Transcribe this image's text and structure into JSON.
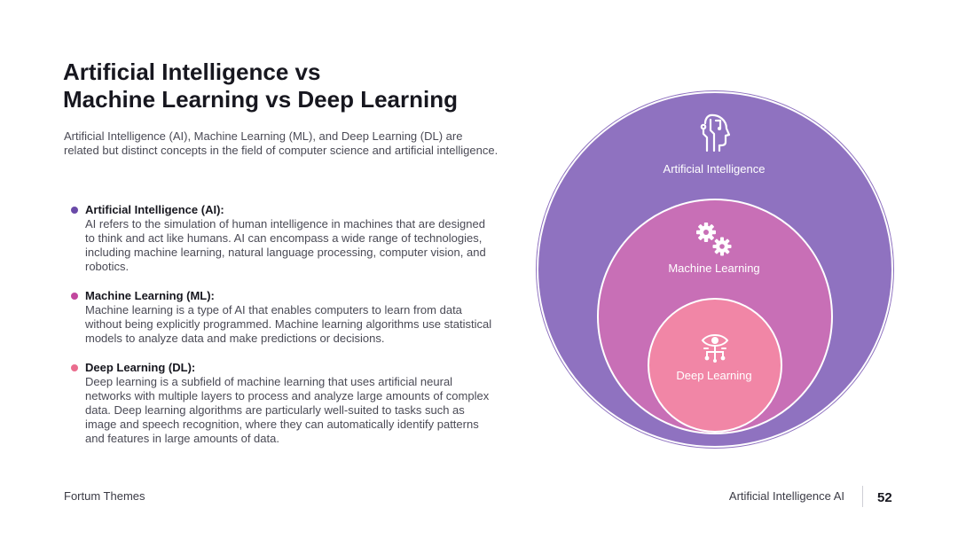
{
  "title": {
    "line1": "Artificial Intelligence vs",
    "line2": "Machine Learning vs Deep Learning"
  },
  "intro": "Artificial Intelligence (AI), Machine Learning (ML), and Deep Learning (DL) are related but distinct concepts in the field of computer science and artificial intelligence.",
  "items": [
    {
      "heading": "Artificial Intelligence (AI):",
      "body": "AI refers to the simulation of human intelligence in machines that are designed to think and act like humans. AI can encompass a wide range of technologies, including machine learning, natural language processing, computer vision, and robotics.",
      "color": "#6a4aa8"
    },
    {
      "heading": "Machine Learning (ML):",
      "body": "Machine learning is a type of AI that enables computers to learn from data without being explicitly programmed. Machine learning algorithms use statistical models to analyze data and make predictions or decisions.",
      "color": "#c2479e"
    },
    {
      "heading": "Deep Learning (DL):",
      "body": "Deep learning is a subfield of machine learning that uses artificial neural networks with multiple layers to process and analyze large amounts of complex data. Deep learning algorithms are particularly well-suited to tasks such as image and speech recognition, where they can automatically identify patterns and features in large amounts of data.",
      "color": "#ea6d8e"
    }
  ],
  "diagram": {
    "outer_label": "Artificial Intelligence",
    "middle_label": "Machine Learning",
    "inner_label": "Deep Learning",
    "outer_icon": "robot-head-icon",
    "middle_icon": "gears-icon",
    "inner_icon": "eye-circuit-icon",
    "colors": {
      "outer": "#8f72c0",
      "middle": "#c86fb6",
      "inner": "#f186a6"
    }
  },
  "footer": {
    "brand": "Fortum Themes",
    "section": "Artificial Intelligence AI",
    "page_number": "52"
  }
}
